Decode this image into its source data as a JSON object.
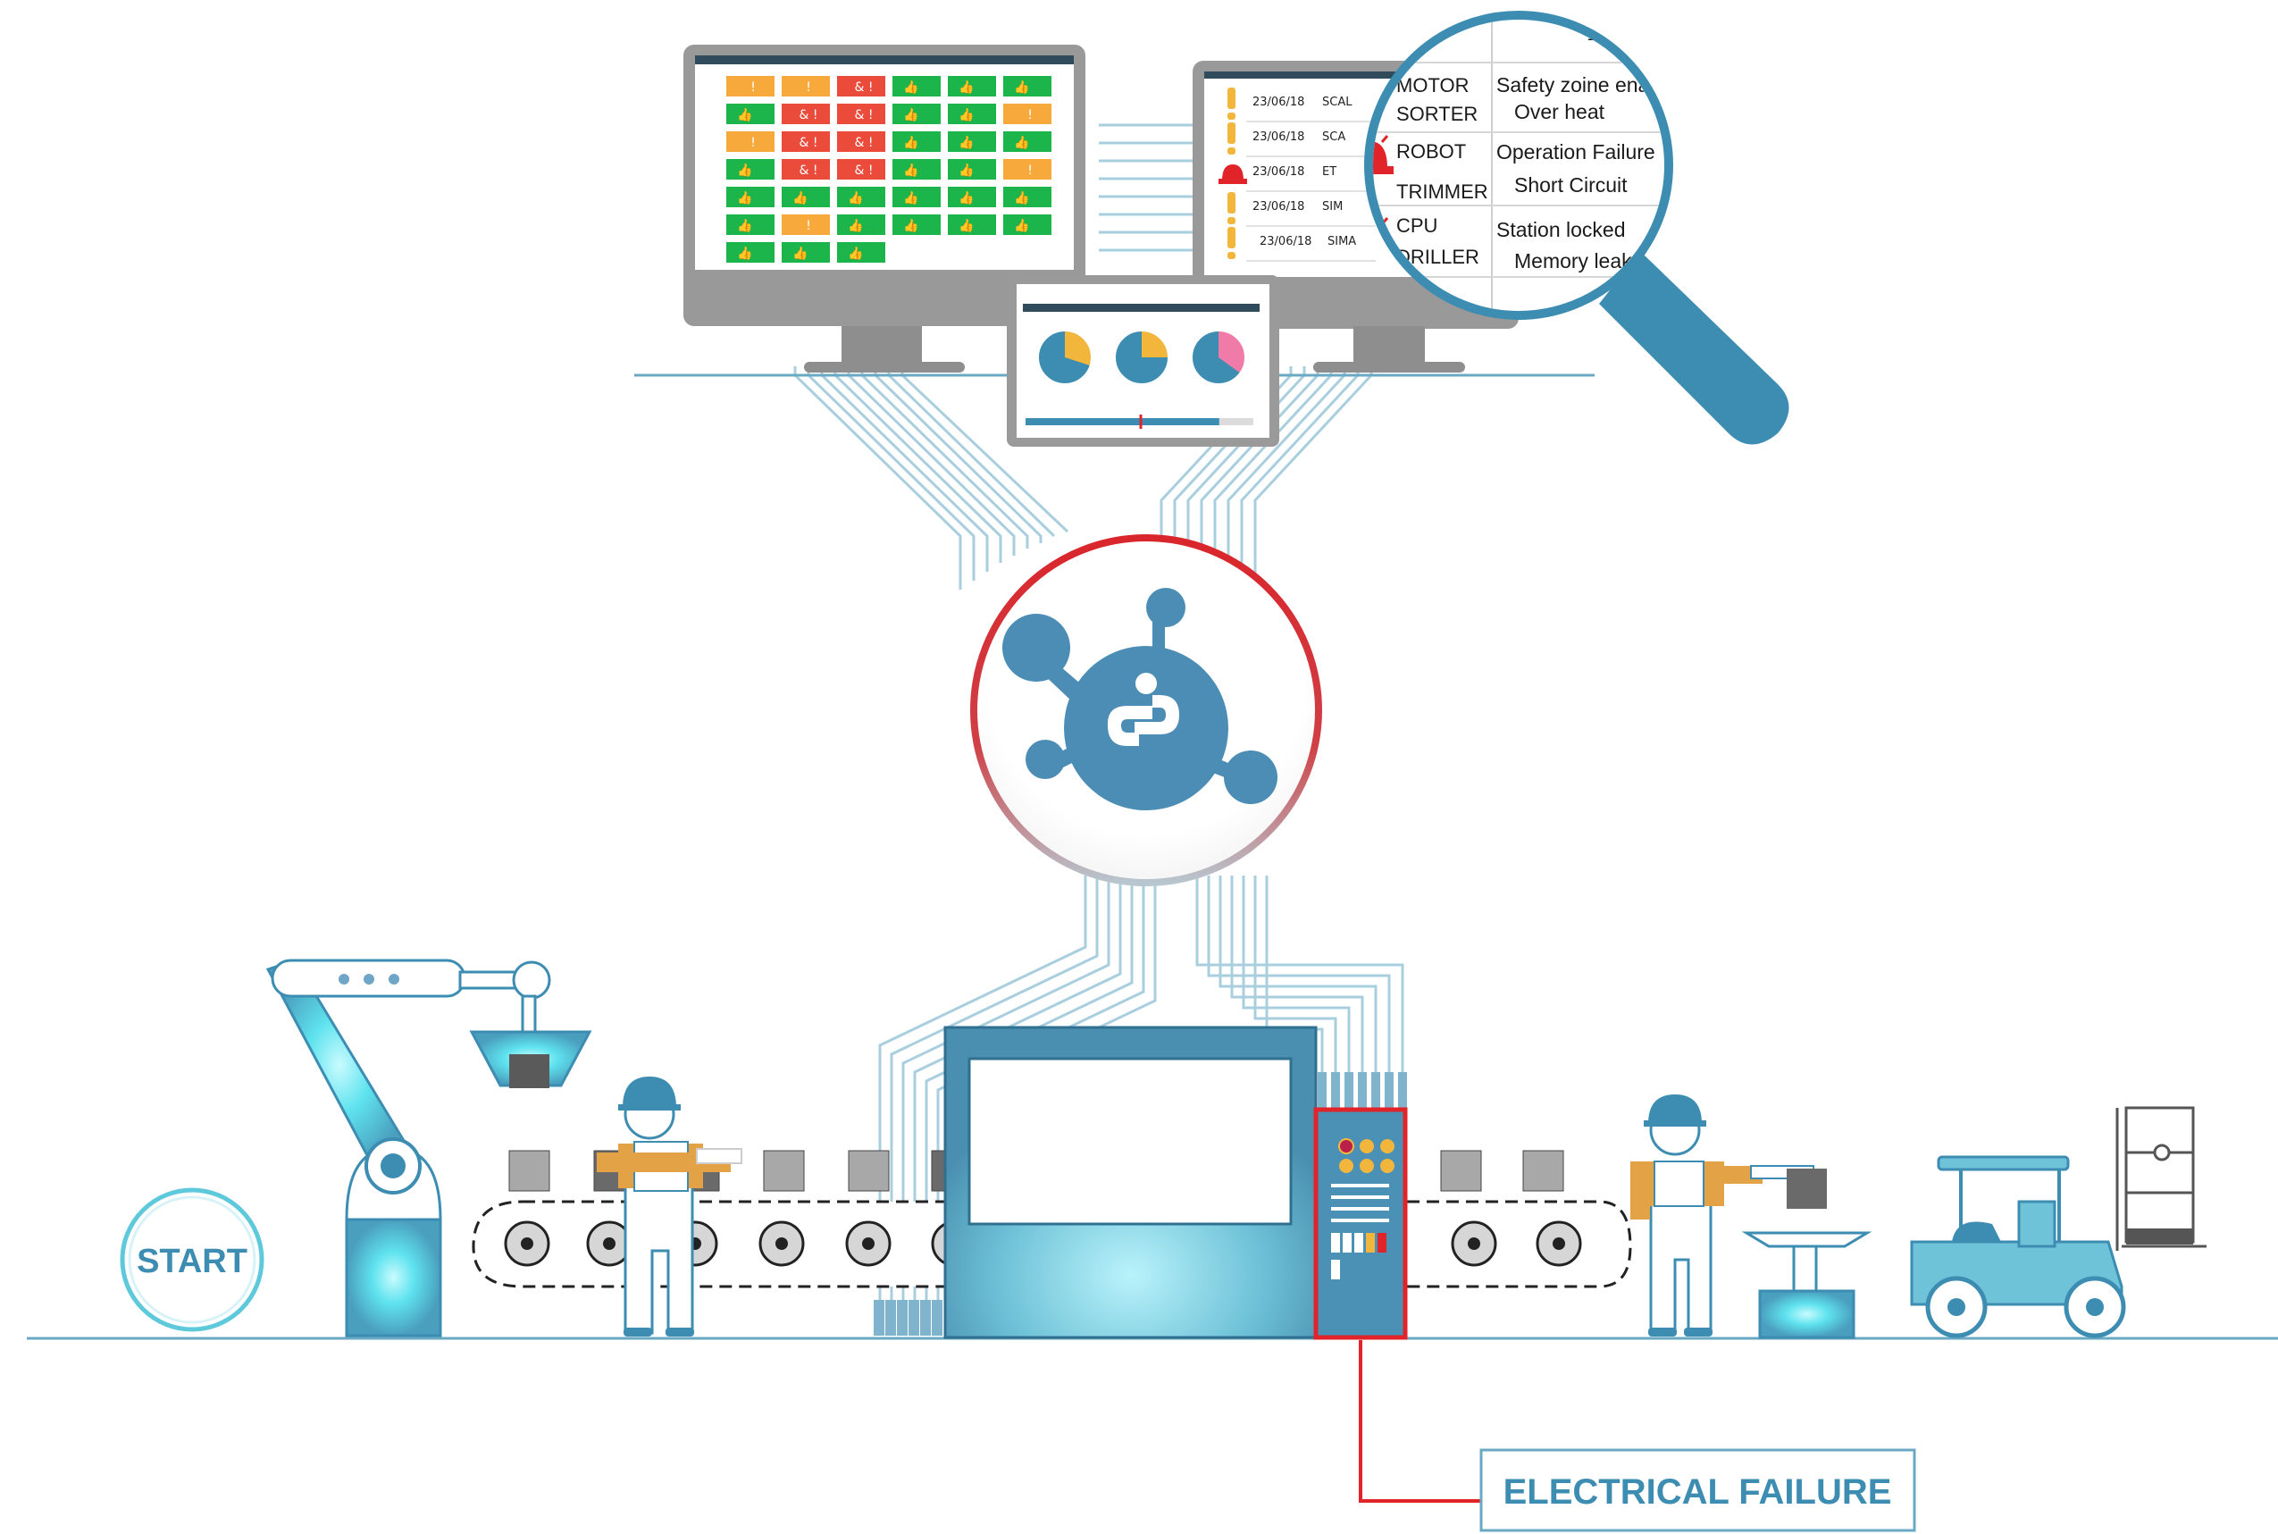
{
  "colors": {
    "accent_blue": "#3d8db3",
    "light_blue": "#6fc3d8",
    "cyan_glow": "#5fe3ee",
    "alert_red": "#e0242a",
    "status_green": "#1bb54b",
    "status_orange": "#f7a93b",
    "status_red": "#ea4b3a",
    "monitor_gray": "#9a9a9a",
    "pink": "#f07aa8",
    "gold": "#f3b63d"
  },
  "status_grid": {
    "rows": [
      [
        "warn",
        "warn",
        "alert",
        "ok",
        "ok",
        "ok"
      ],
      [
        "ok",
        "alert",
        "alert",
        "ok",
        "ok",
        "warn"
      ],
      [
        "warn",
        "alert",
        "alert",
        "ok",
        "ok",
        "ok"
      ],
      [
        "ok",
        "alert",
        "alert",
        "ok",
        "ok",
        "warn"
      ],
      [
        "ok",
        "ok",
        "ok",
        "ok",
        "ok",
        "ok"
      ],
      [
        "ok",
        "warn",
        "ok",
        "ok",
        "ok",
        "ok"
      ],
      [
        "ok",
        "ok",
        "ok",
        "",
        "",
        ""
      ]
    ],
    "glyphs": {
      "ok": "👍",
      "warn": "!",
      "alert": "& !"
    }
  },
  "alarm_log": {
    "rows": [
      {
        "date": "23/06/18",
        "code": "SCAL",
        "icon": "warning-icon"
      },
      {
        "date": "23/06/18",
        "code": "SCA",
        "icon": "warning-icon"
      },
      {
        "date": "23/06/18",
        "code": "ET",
        "icon": "siren-icon"
      },
      {
        "date": "23/06/18",
        "code": "SIM",
        "icon": "warning-icon"
      },
      {
        "date": "23/06/18",
        "code": "SIMA",
        "icon": "warning-icon"
      }
    ]
  },
  "magnifier": {
    "entries": [
      {
        "device": "MOTOR",
        "message": "Safety zoine ena"
      },
      {
        "device": "SORTER",
        "message": "Over heat"
      },
      {
        "device": "ROBOT",
        "message": "Operation Failure"
      },
      {
        "device": "TRIMMER",
        "message": "Short Circuit"
      },
      {
        "device": "CPU",
        "message": "Station locked"
      },
      {
        "device": "DRILLER",
        "message": "Memory leak"
      }
    ],
    "minimize_glyph": "–"
  },
  "tablet": {
    "pies": [
      {
        "color": "#f3b63d",
        "fraction": 0.3
      },
      {
        "color": "#f3b63d",
        "fraction": 0.25
      },
      {
        "color": "#f07aa8",
        "fraction": 0.35
      }
    ],
    "progress": 0.85
  },
  "start_label": "START",
  "failure_label": "ELECTRICAL FAILURE"
}
